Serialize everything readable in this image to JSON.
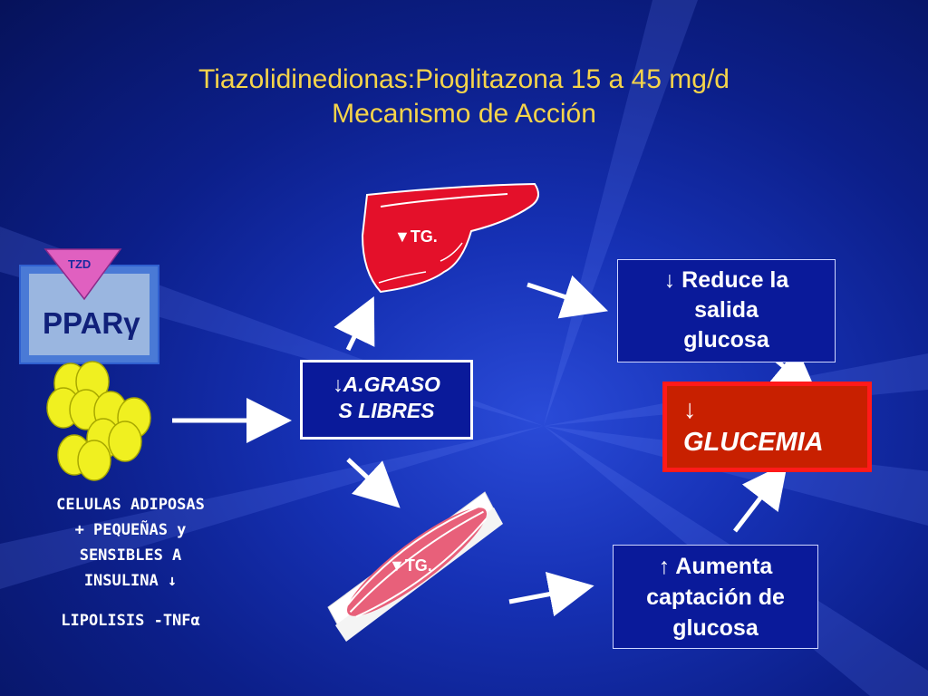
{
  "title": {
    "line1": "Tiazolidinedionas:Pioglitazona 15 a 45 mg/d",
    "line2": "Mecanismo de  Acción"
  },
  "receptor": {
    "tzd_label": "TZD",
    "ppar_label": "PPARγ"
  },
  "fat_cells_text": {
    "line1": "CELULAS ADIPOSAS",
    "line2": "+ PEQUEÑAS y",
    "line3": "SENSIBLES A",
    "line4": "INSULINA ↓",
    "lipolysis": "LIPOLISIS -TNFα"
  },
  "fatty_acids_box": {
    "line1": "↓A.GRASO",
    "line2": "S LIBRES"
  },
  "liver": {
    "tg_label": "▼TG."
  },
  "muscle": {
    "tg_label": "▼TG."
  },
  "reduce_box": {
    "line1": "↓ Reduce la",
    "line2": "salida",
    "line3": "glucosa"
  },
  "increase_box": {
    "line1": "↑ Aumenta",
    "line2": "captación de",
    "line3": "glucosa"
  },
  "glucemia_box": {
    "arrow": "↓",
    "label": "GLUCEMIA"
  },
  "colors": {
    "title": "#f5d44a",
    "liver": "#e4102a",
    "glucemia_fill": "#c82000",
    "cells": "#f0f020"
  }
}
